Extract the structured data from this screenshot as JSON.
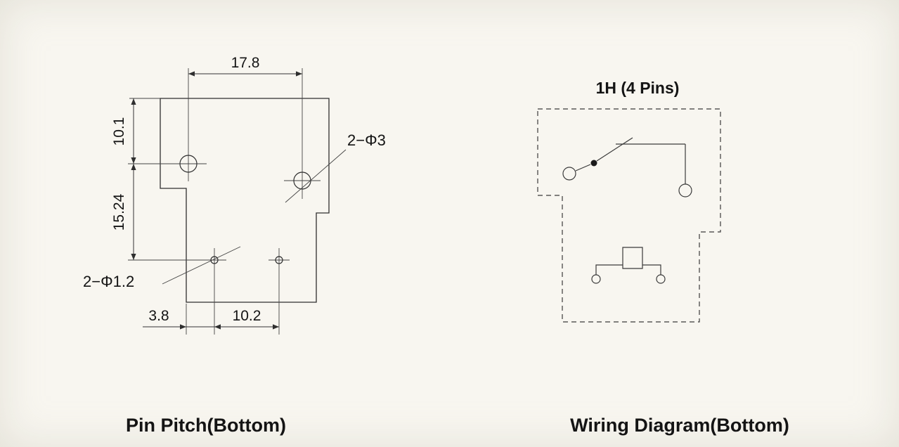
{
  "canvas": {
    "background": "#f8f6f0",
    "line_color": "#2f2f2f",
    "text_color": "#141414"
  },
  "pin_pitch": {
    "caption": "Pin Pitch(Bottom)",
    "dim_top_width": "17.8",
    "dim_upper_height": "10.1",
    "dim_mid_height": "15.24",
    "dim_bottom_small": "3.8",
    "dim_bottom_large": "10.2",
    "callout_large_holes": "2−Φ3",
    "callout_small_holes": "2−Φ1.2"
  },
  "wiring": {
    "title": "1H (4 Pins)",
    "caption": "Wiring Diagram(Bottom)"
  }
}
